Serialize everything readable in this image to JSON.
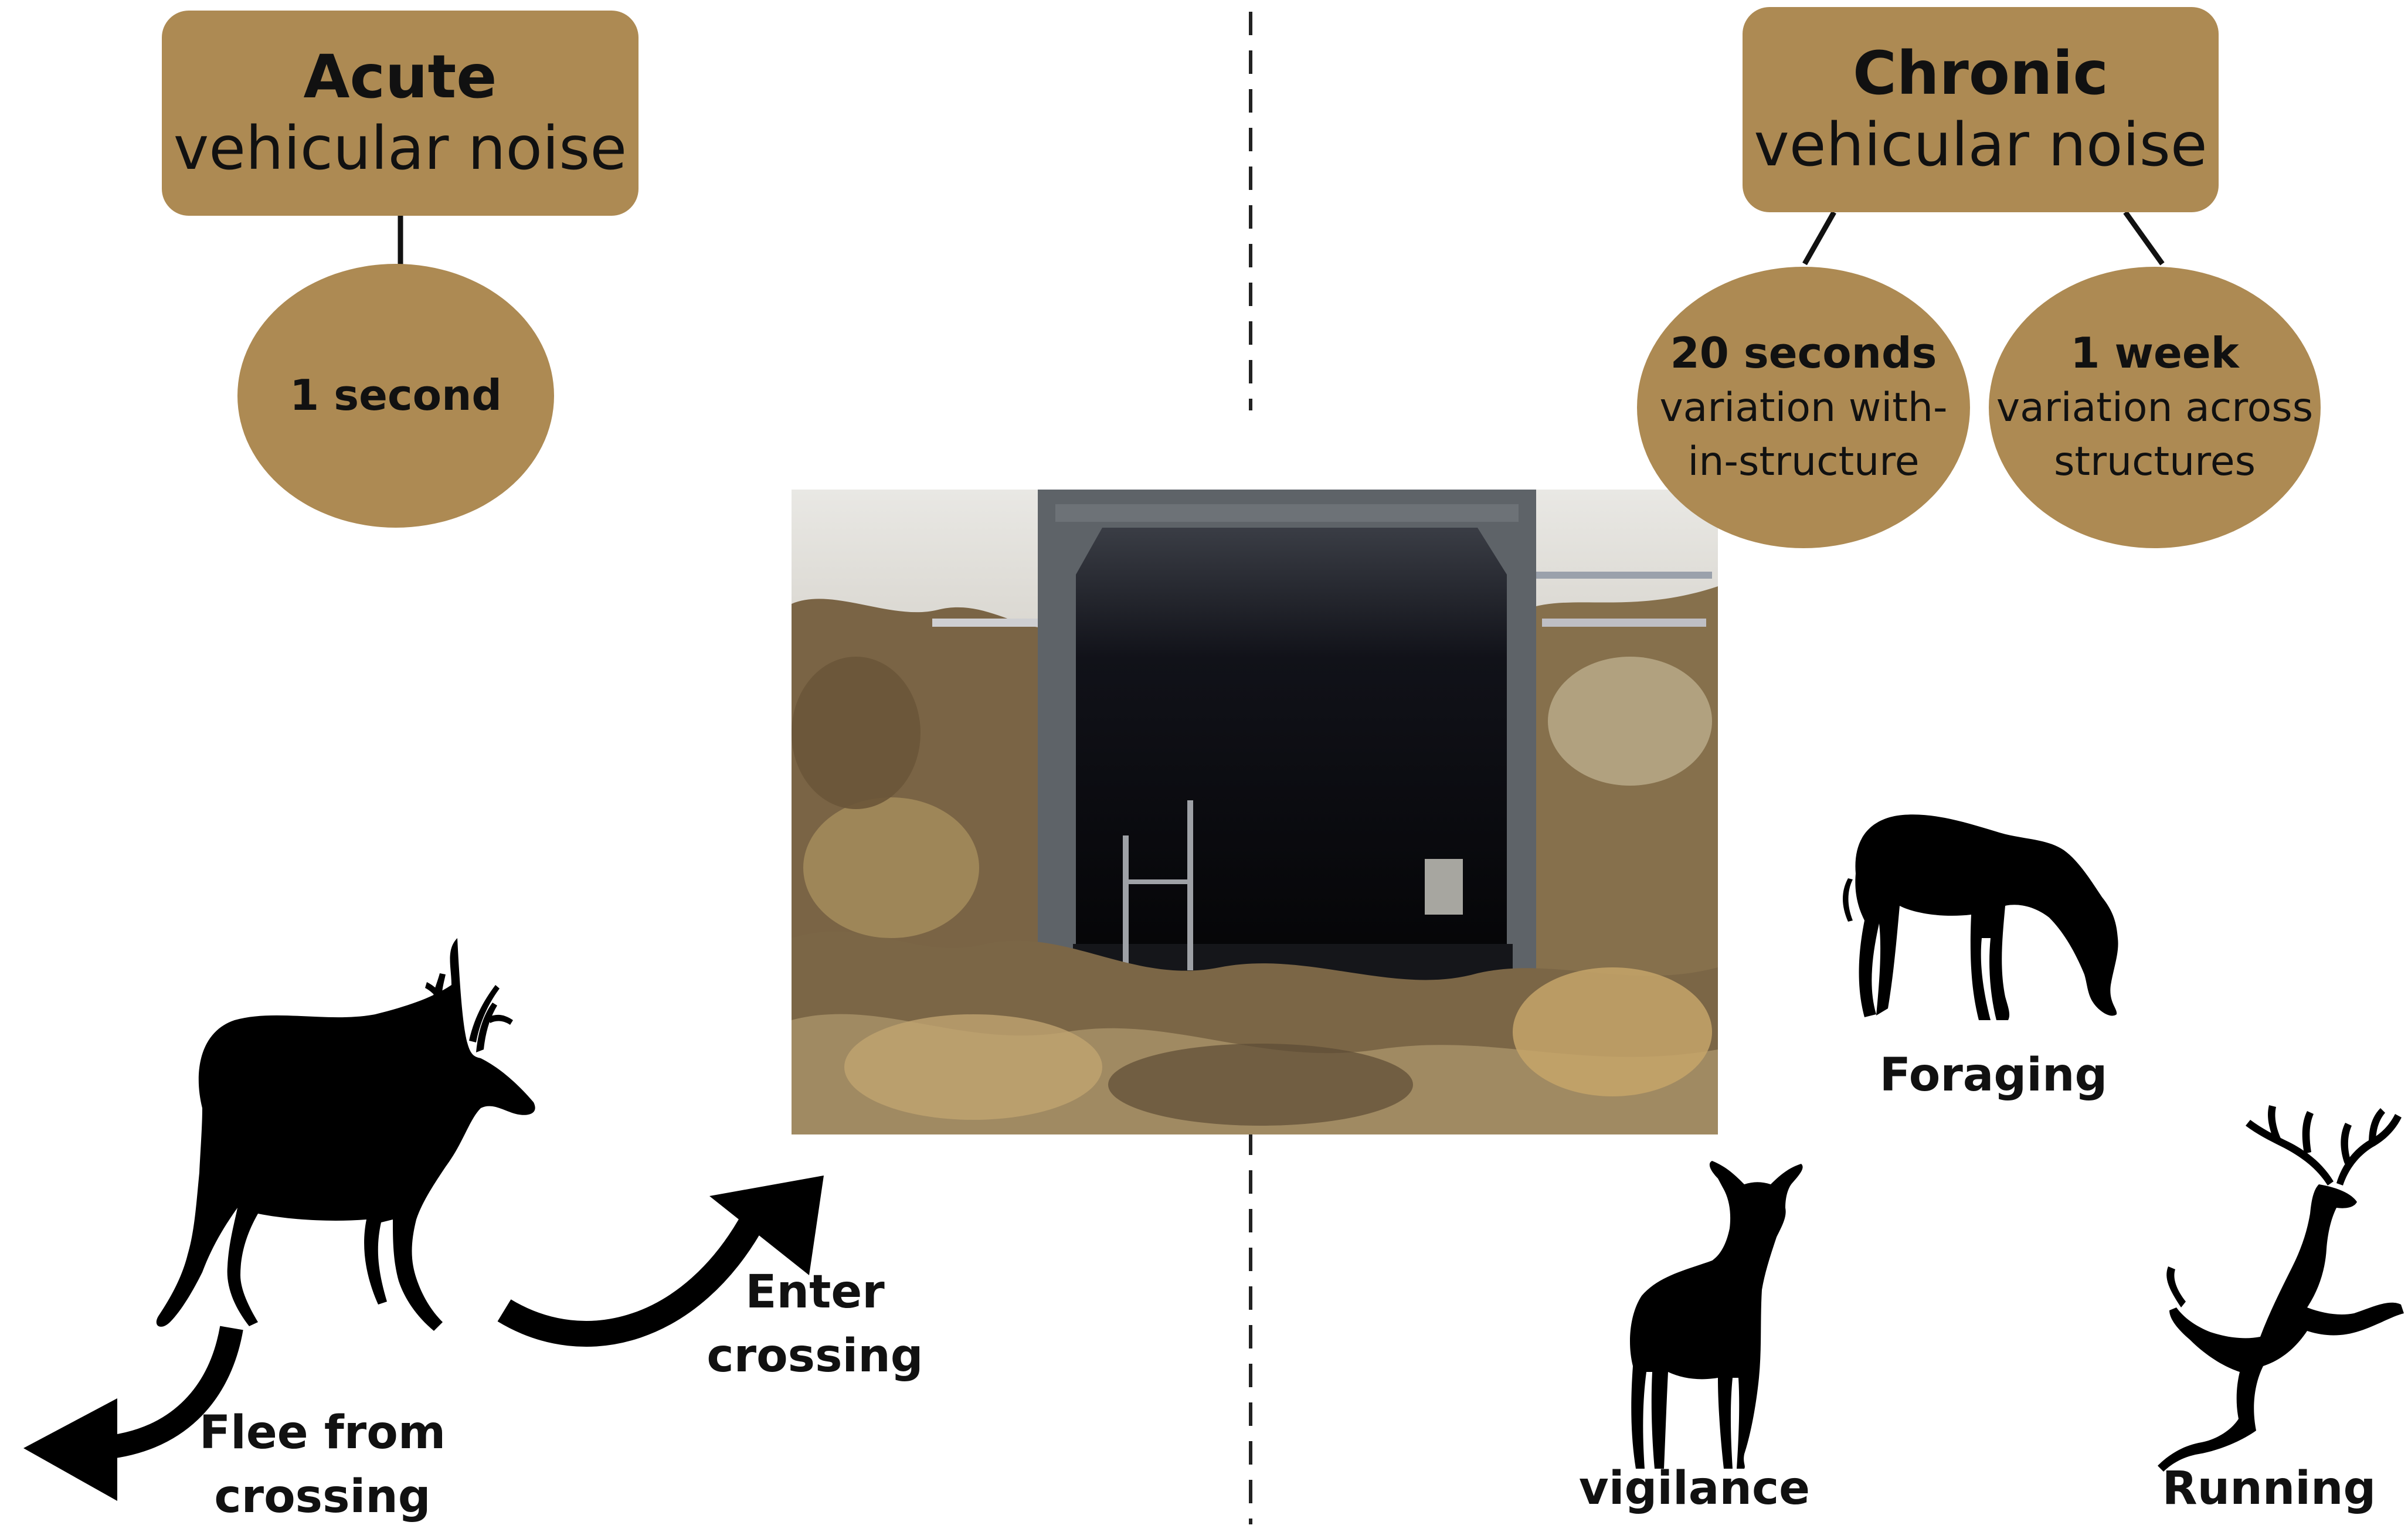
{
  "acute": {
    "title_bold": "Acute",
    "title_rest": "vehicular noise",
    "duration": "1 second",
    "behaviors": {
      "enter_line1": "Enter",
      "enter_line2": "crossing",
      "flee_line1": "Flee from",
      "flee_line2": "crossing"
    }
  },
  "chronic": {
    "title_bold": "Chronic",
    "title_rest": "vehicular noise",
    "scale_short": {
      "bold": "20 seconds",
      "line1": "variation with-",
      "line2": "in-structure"
    },
    "scale_long": {
      "bold": "1 week",
      "line1": "variation across",
      "line2": "structures"
    },
    "behaviors": {
      "foraging": "Foraging",
      "vigilance": "vigilance",
      "running": "Running"
    }
  },
  "colors": {
    "box_fill": "#ad8a53",
    "text": "#111111",
    "silhouette": "#000000"
  },
  "icons": [
    "elk-walking-icon",
    "deer-foraging-icon",
    "deer-vigilance-icon",
    "deer-running-icon",
    "curved-arrow-icon",
    "crossing-structure-photo"
  ]
}
